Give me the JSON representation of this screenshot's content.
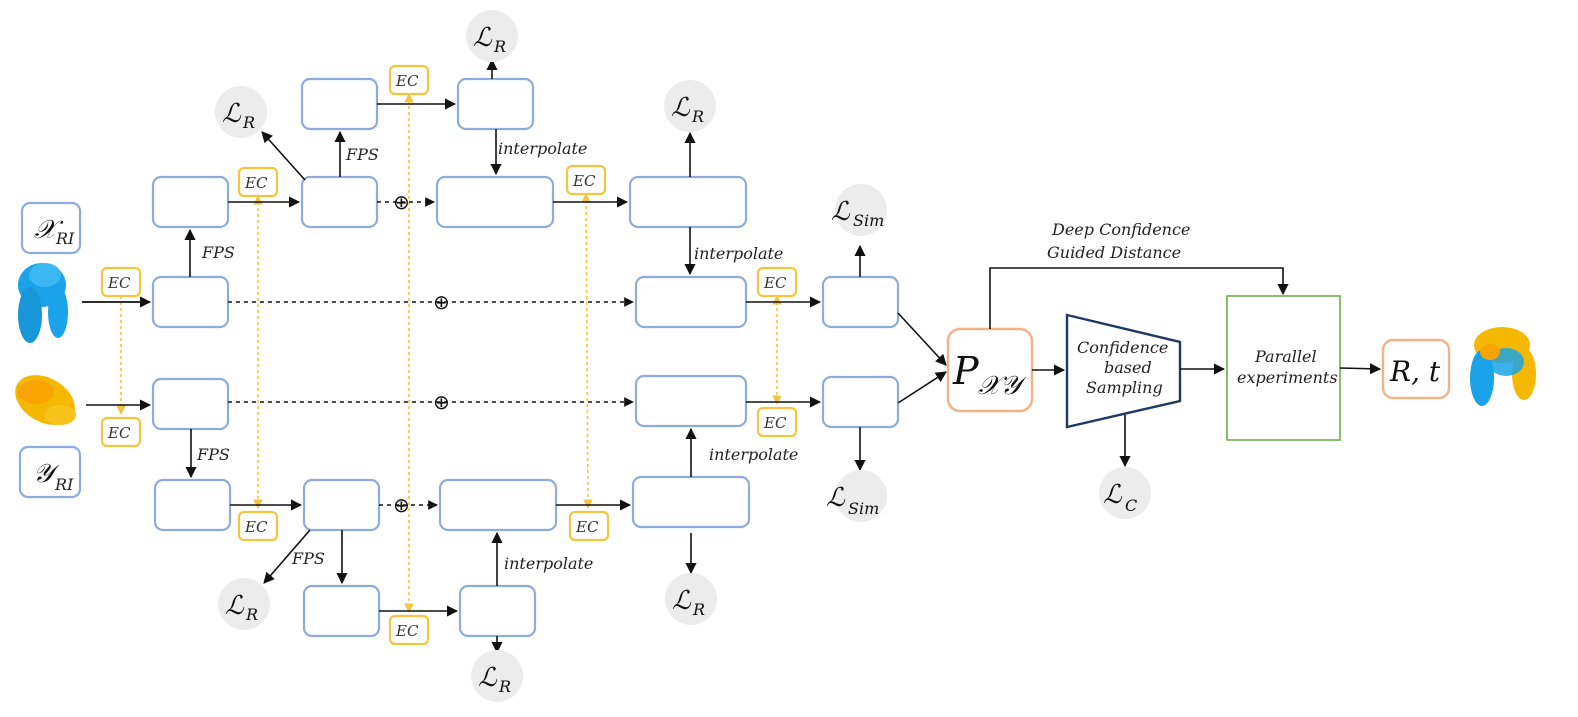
{
  "ec_label": "EC",
  "fps_label": "FPS",
  "interpolate_label": "interpolate",
  "plus_symbol": "⊕",
  "inputs": {
    "x_main": "𝒳",
    "x_sub": "RI",
    "y_main": "𝒴",
    "y_sub": "RI"
  },
  "losses": {
    "script_L": "ℒ",
    "r": "R",
    "sim": "Sim",
    "c": "C"
  },
  "p_xy": {
    "main": "P",
    "sub": "𝒳𝒴"
  },
  "rt_label": "R, t",
  "confidence_sampling": [
    "Confidence",
    "based",
    "Sampling"
  ],
  "parallel": [
    "Parallel",
    "experiments"
  ],
  "deep_confidence": [
    "Deep Confidence",
    "Guided Distance"
  ],
  "colors": {
    "node_border": "#8faadc",
    "ec_border": "#f5c542",
    "pxy_border": "#f4b183",
    "parallel_border": "#70ad47",
    "trapezoid_border": "#1f3864",
    "point_cloud_blue": "#1aa3e8",
    "point_cloud_orange": "#f5b800"
  }
}
